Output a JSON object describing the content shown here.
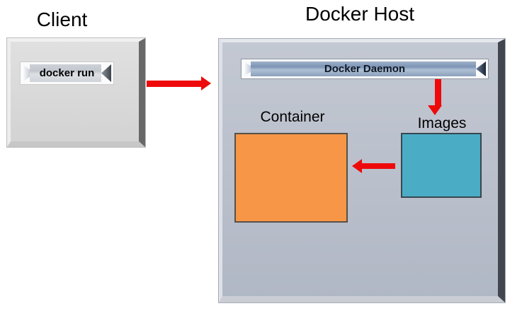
{
  "titles": {
    "client": "Client",
    "docker_host": "Docker Host"
  },
  "client": {
    "button_label": "docker run"
  },
  "docker_host": {
    "daemon_label": "Docker Daemon",
    "container_label": "Container",
    "images_label": "Images"
  },
  "arrows": [
    {
      "name": "client-to-docker-host",
      "direction": "right"
    },
    {
      "name": "daemon-to-images",
      "direction": "down"
    },
    {
      "name": "images-to-container",
      "direction": "left"
    }
  ],
  "colors": {
    "arrow_red": "#ee0a0a",
    "container_fill": "#f79646",
    "images_fill": "#4bacc6",
    "host_fill": "#b7bdc9",
    "client_fill": "#d9d9d9",
    "daemon_fill": "#8ba1bd"
  }
}
